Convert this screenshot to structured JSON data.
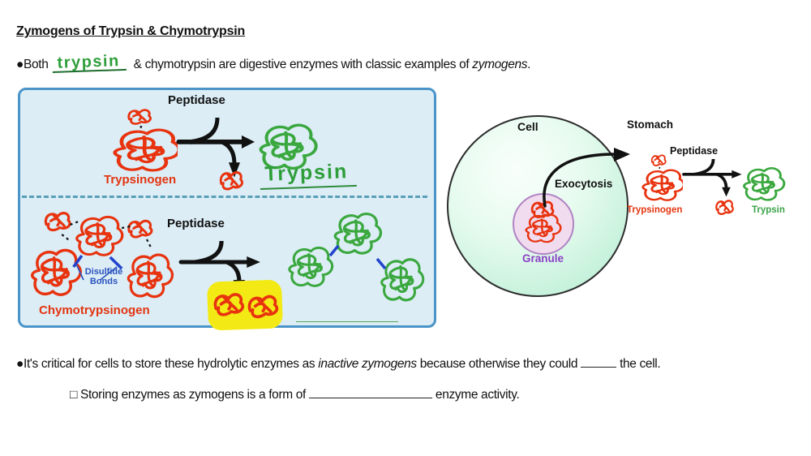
{
  "page": {
    "title": "Zymogens of Trypsin & Chymotrypsin"
  },
  "bullets": {
    "first": {
      "marker": "●",
      "pre": "Both",
      "handwritten_answer": "trypsin",
      "post": " & chymotrypsin are digestive enzymes with classic examples of ",
      "emphasis": "zymogens",
      "end": "."
    },
    "second": {
      "marker": "●",
      "pre": "It's critical for cells to store these hydrolytic enzymes as ",
      "emphasis": "inactive zymogens",
      "mid": " because otherwise they could ",
      "end": " the cell."
    },
    "third": {
      "marker": "□",
      "pre": " Storing enzymes as zymogens is a form of ",
      "end": " enzyme activity."
    }
  },
  "panel": {
    "top_reaction": {
      "enzyme": "Peptidase",
      "substrate": "Trypsinogen",
      "product_handwritten": "Trypsin"
    },
    "bottom_reaction": {
      "enzyme": "Peptidase",
      "substrate": "Chymotrypsinogen",
      "disulfide_label": "Disulfide Bonds",
      "product_blank": ""
    }
  },
  "cell_diagram": {
    "cell": "Cell",
    "granule": "Granule",
    "exocytosis": "Exocytosis",
    "stomach": "Stomach",
    "enzyme": "Peptidase",
    "substrate": "Trypsinogen",
    "product": "Trypsin"
  },
  "colors": {
    "zymogen_red": "#e3340f",
    "active_green": "#3aa348",
    "handwriting_green": "#2e9e3a",
    "panel_border_blue": "#4a94c8",
    "panel_fill_blue": "#dcedf6",
    "disulfide_blue": "#2a52be",
    "granule_purple": "#8b3fc6",
    "highlight_yellow": "#f3ea15"
  }
}
